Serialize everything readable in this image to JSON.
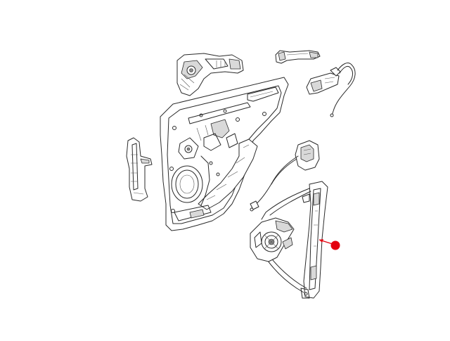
{
  "diagram": {
    "parts": [
      {
        "name": "door-latch-assembly"
      },
      {
        "name": "exterior-door-handle"
      },
      {
        "name": "interior-handle-with-cable"
      },
      {
        "name": "door-inner-panel"
      },
      {
        "name": "door-trim-bracket"
      },
      {
        "name": "control-cable-with-module"
      },
      {
        "name": "window-regulator-with-motor"
      }
    ],
    "callout": {
      "target": "window-regulator-with-motor",
      "color": "#e3000f"
    }
  }
}
